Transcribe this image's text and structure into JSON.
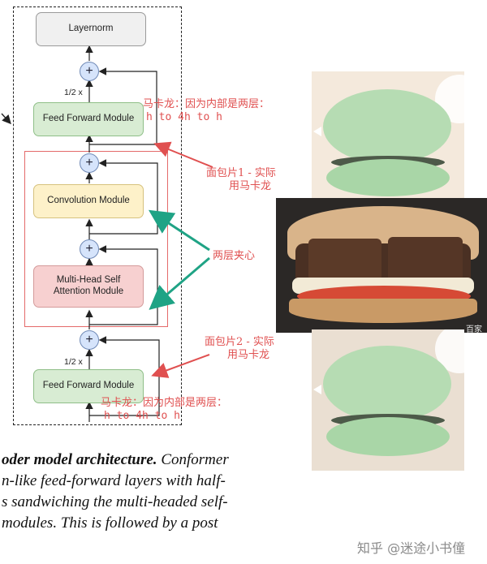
{
  "diagram": {
    "layernorm": "Layernorm",
    "ffn_top": "Feed Forward Module",
    "conv": "Convolution Module",
    "mhsa": "Multi-Head Self Attention Module",
    "ffn_bottom": "Feed Forward Module",
    "plus": "+",
    "half_top": "1/2 x",
    "half_bottom": "1/2 x"
  },
  "annotations": {
    "macaron_top_1": "马卡龙：因为内部是两层：",
    "macaron_top_2": "h to 4h to h",
    "bread1_1": "面包片1 - 实际",
    "bread1_2": "用马卡龙",
    "filling": "两层夹心",
    "bread2_1": "面包片2 - 实际",
    "bread2_2": "用马卡龙",
    "macaron_bot_1": "马卡龙：因为内部是两层：",
    "macaron_bot_2": "h to 4h to h"
  },
  "caption": {
    "line1_bold": "oder model architecture.",
    "line1_rest": " Conformer",
    "line2": "n-like feed-forward layers with half-",
    "line3": "s sandwiching the multi-headed self-",
    "line4": " modules.  This is followed by a post"
  },
  "photo": {
    "watermark": "百家号"
  },
  "footer": {
    "watermark": "知乎 @迷途小书僮"
  },
  "colors": {
    "layernorm_fill": "#f0f0f0",
    "ffn_fill": "#d8ecd3",
    "conv_fill": "#fdf1c9",
    "mhsa_fill": "#f7d0d0",
    "highlight_red": "#e05050",
    "arrow_green": "#1fa385",
    "macaron_green": "#a9d6a7"
  }
}
